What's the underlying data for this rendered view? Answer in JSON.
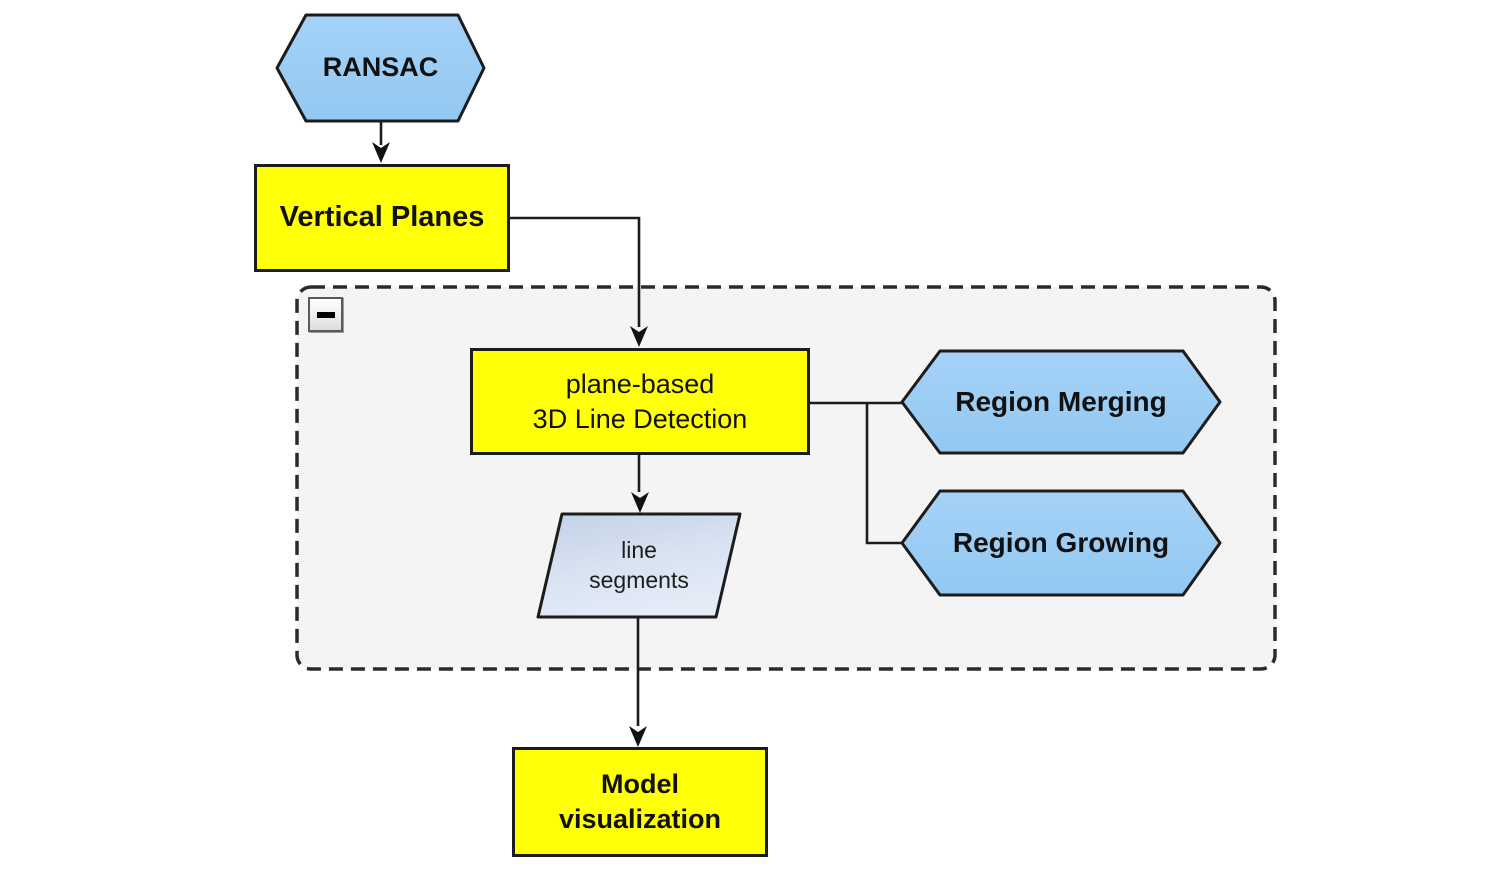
{
  "diagram": {
    "nodes": {
      "ransac": {
        "label": "RANSAC",
        "shape": "hexagon"
      },
      "vertical_planes": {
        "label": "Vertical Planes",
        "shape": "rectangle"
      },
      "plane_based": {
        "line1": "plane-based",
        "line2": "3D Line Detection",
        "shape": "rectangle"
      },
      "line_segments": {
        "line1": "line",
        "line2": "segments",
        "shape": "parallelogram"
      },
      "region_merging": {
        "label": "Region Merging",
        "shape": "hexagon"
      },
      "region_growing": {
        "label": "Region Growing",
        "shape": "hexagon"
      },
      "model_visualization": {
        "line1": "Model",
        "line2": "visualization",
        "shape": "rectangle"
      }
    },
    "group": {
      "collapse_icon": "minus",
      "state": "expanded"
    },
    "edges": [
      {
        "from": "ransac",
        "to": "vertical_planes",
        "arrow": true
      },
      {
        "from": "vertical_planes",
        "to": "plane_based",
        "arrow": true
      },
      {
        "from": "plane_based",
        "to": "line_segments",
        "arrow": true
      },
      {
        "from": "line_segments",
        "to": "model_visualization",
        "arrow": true
      },
      {
        "from": "plane_based",
        "to": "region_merging",
        "arrow": false
      },
      {
        "from": "plane_based",
        "to": "region_growing",
        "arrow": false
      }
    ],
    "colors": {
      "hexagon_fill": "#9accf4",
      "process_fill": "#ffff05",
      "data_fill_light": "#e4ebf7",
      "data_fill_dark": "#c2d1e7",
      "stroke": "#1c1c1c",
      "group_background": "#f4f4f4",
      "group_border": "#2a2a2a",
      "canvas_background": "#ffffff"
    }
  }
}
